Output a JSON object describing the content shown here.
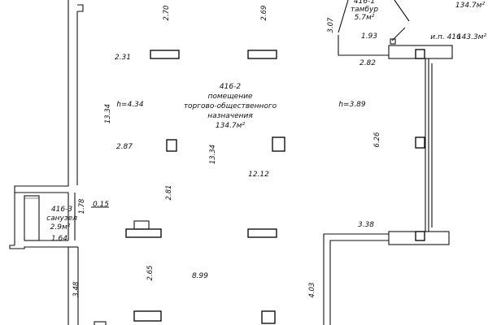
{
  "rooms": {
    "main": {
      "code": "416-2",
      "name_line1": "помещение",
      "name_line2": "торгово-общественного",
      "name_line3": "назначения",
      "area": "134.7м²"
    },
    "vestibule": {
      "code": "416-1",
      "name": "тамбур",
      "area": "5.7м²"
    },
    "wc": {
      "code": "416-3",
      "name": "санузел",
      "area": "2.9м²"
    },
    "unit_info": {
      "area": "134.7м²",
      "unit": "и.п. 416",
      "total": "143.3м²"
    }
  },
  "heights": {
    "left": "h=4.34",
    "right": "h=3.89"
  },
  "dimensions": {
    "d270": "2.70",
    "d269": "2.69",
    "d307": "3.07",
    "d193": "1.93",
    "d231": "2.31",
    "d282": "2.82",
    "d1334a": "13.34",
    "d626": "6.26",
    "d287": "2.87",
    "d1334b": "13.34",
    "d1212": "12.12",
    "d281": "2.81",
    "d178": "1.78",
    "d015": "0.15",
    "d164": "1.64",
    "d338": "3.38",
    "d265": "2.65",
    "d899": "8.99",
    "d348": "3.48",
    "d403": "4.03"
  }
}
